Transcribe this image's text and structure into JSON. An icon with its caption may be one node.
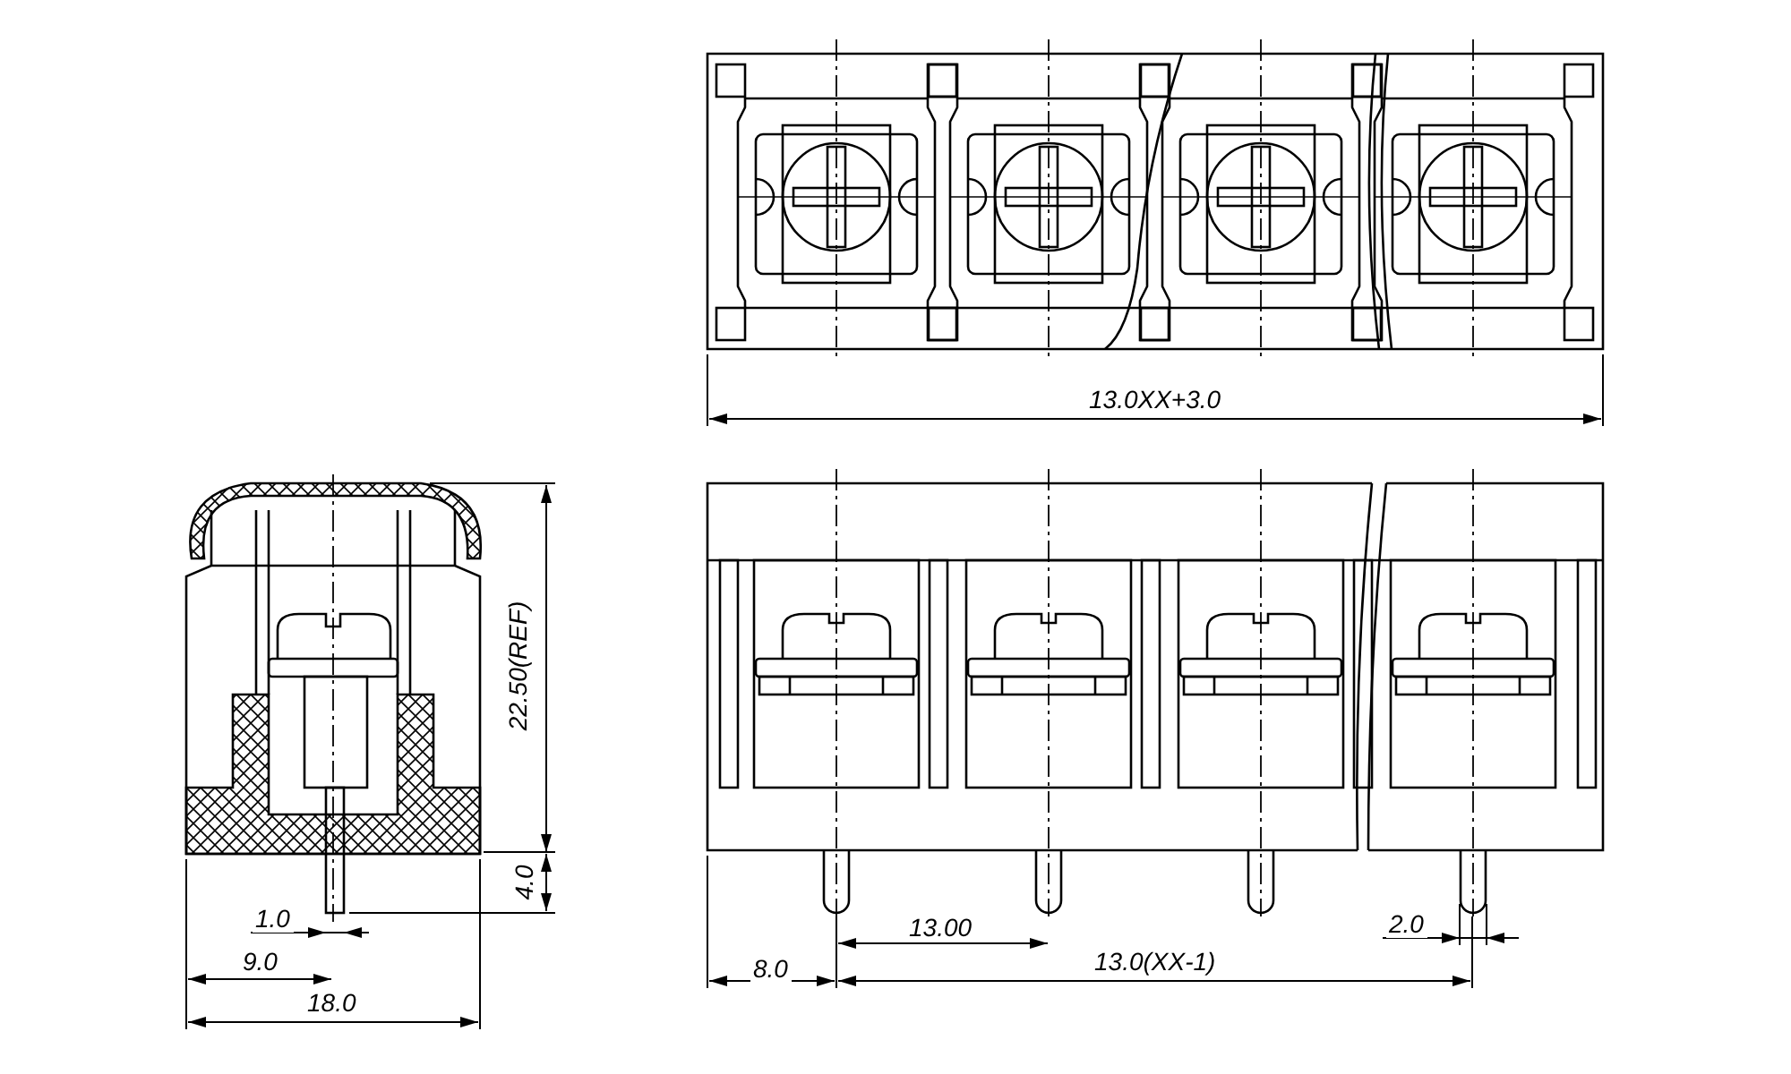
{
  "diagram": {
    "labels": [
      "13.0XX+3.0",
      "22.50(REF)",
      "4.0",
      "1.0",
      "13.00",
      "2.0",
      "9.0",
      "8.0",
      "13.0(XX-1)",
      "18.0"
    ]
  }
}
